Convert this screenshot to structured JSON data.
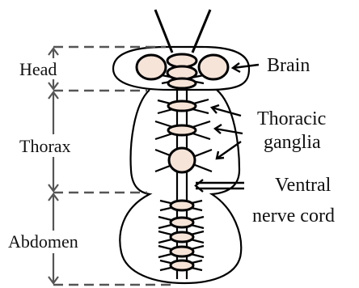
{
  "labels": {
    "head": "Head",
    "thorax": "Thorax",
    "abdomen": "Abdomen",
    "brain": "Brain",
    "thoracic_line1": "Thoracic",
    "thoracic_line2": "ganglia",
    "ventral_line1": "Ventral",
    "ventral_line2": "nerve cord"
  },
  "colors": {
    "thoracic_label": "#ff2a1a",
    "ganglion_fill": "#f6e4d9",
    "stroke": "#000000",
    "dash": "#555555"
  }
}
